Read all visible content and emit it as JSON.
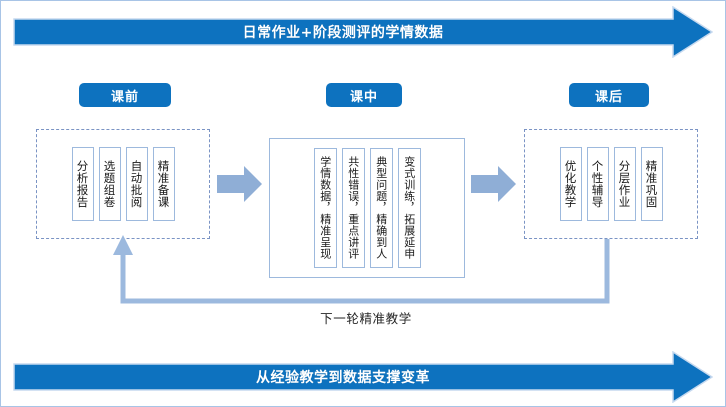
{
  "colors": {
    "banner_blue": "#0d72bf",
    "tag_blue": "#0d72bf",
    "connector_blue": "#8faed6",
    "loop_blue": "#9cb9de",
    "cell_border": "#9db9dd",
    "dashed_border": "#7a93c4",
    "outer_border": "#a8c4e6",
    "text_dark": "#1a1a1a"
  },
  "banners": {
    "top": {
      "text": "日常作业+阶段测评的学情数据"
    },
    "bottom": {
      "text": "从经验教学到数据支撑变革"
    }
  },
  "phases": [
    {
      "key": "pre",
      "tag": "课前",
      "box_style": "dashed",
      "cells": [
        "分析报告",
        "选题组卷",
        "自动批阅",
        "精准备课"
      ]
    },
    {
      "key": "in",
      "tag": "课中",
      "box_style": "solid",
      "cells": [
        "学情数据，精准呈现",
        "共性错误，重点讲评",
        "典型问题，精确到人",
        "变式训练，拓展延申"
      ]
    },
    {
      "key": "post",
      "tag": "课后",
      "box_style": "dashed",
      "cells": [
        "优化教学",
        "个性辅导",
        "分层作业",
        "精准巩固"
      ]
    }
  ],
  "connectors": [
    {
      "name": "pre-to-in",
      "icon": "right-arrow-icon"
    },
    {
      "name": "in-to-post",
      "icon": "right-arrow-icon"
    }
  ],
  "feedback_loop": {
    "label": "下一轮精准教学",
    "icon": "up-arrow-icon",
    "direction": "post-to-pre"
  }
}
